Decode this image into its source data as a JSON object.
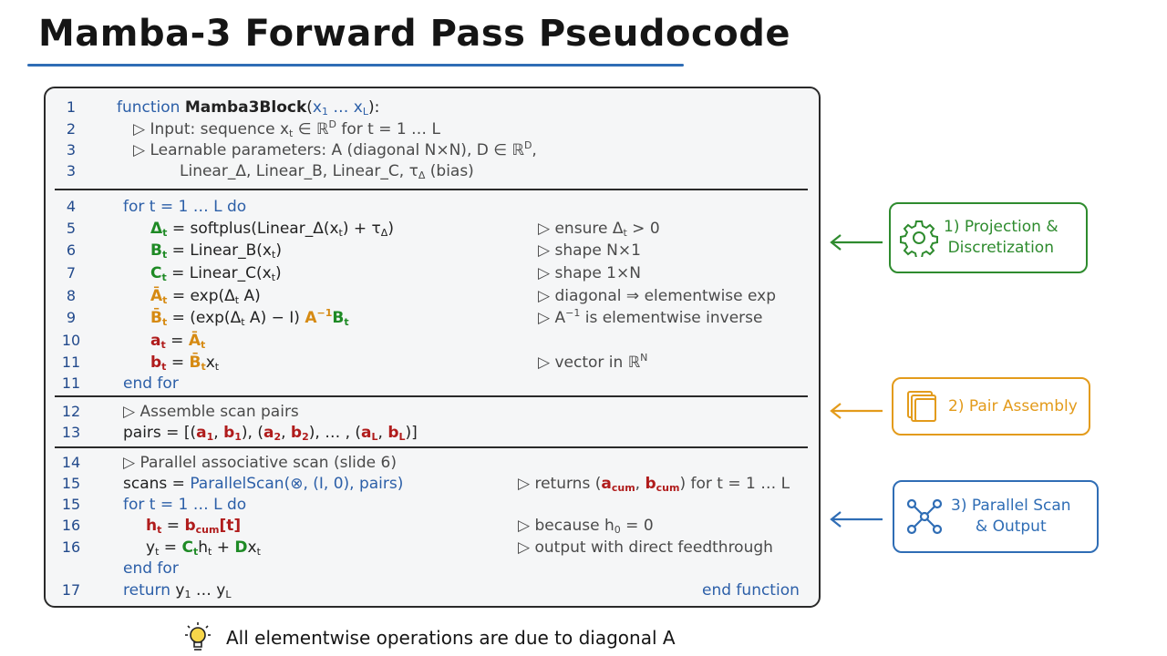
{
  "title": "Mamba-3 Forward Pass Pseudocode",
  "line_numbers": [
    "1",
    "2",
    "3",
    "3",
    "4",
    "5",
    "6",
    "7",
    "8",
    "9",
    "10",
    "11",
    "11",
    "12",
    "13",
    "14",
    "15",
    "15",
    "16",
    "16",
    "17"
  ],
  "code": {
    "function_kw": "function",
    "fn_name": "Mamba3Block",
    "input_comment": "▷ Input: sequence",
    "input_for": "for t = 1 … L",
    "params_comment": "▷ Learnable parameters: A (diagonal N×N), D ∈",
    "params_cont": "Linear_Δ, Linear_B, Linear_C, τ",
    "params_bias": "(bias)",
    "for_loop": "for t = 1 … L do",
    "softplus": "= softplus(Linear_Δ(x",
    "linear_b": "= Linear_B(x",
    "linear_c": "= Linear_C(x",
    "exp_a": "= exp(Δ",
    "exp_b": "= (exp(Δ",
    "end_for": "end for",
    "assemble_comment": "▷ Assemble scan pairs",
    "pairs": "pairs = [(",
    "parallel_comment": "▷ Parallel associative scan (slide 6)",
    "scans": "scans =",
    "parallel_scan": "ParallelScan(⊗, (I, 0), pairs)",
    "return_kw": "return",
    "end_function": "end function"
  },
  "comments": {
    "c5": "▷ ensure Δ",
    "c6": "▷ shape N×1",
    "c7": "▷ shape 1×N",
    "c8": "▷ diagonal ⇒ elementwise exp",
    "c9": "is elementwise inverse",
    "c11": "▷ vector in ℝ",
    "c15": "▷ returns (",
    "c15_for": "for t = 1 … L",
    "c16a": "▷ because h",
    "c16b": "▷ output with direct feedthrough"
  },
  "callouts": [
    {
      "label_1": "1) Projection &",
      "label_2": "Discretization",
      "icon": "gear-icon",
      "color": "#2e8b2e"
    },
    {
      "label_1": "2) Pair Assembly",
      "icon": "stack-icon",
      "color": "#e39b1b"
    },
    {
      "label_1": "3) Parallel Scan",
      "label_2": "& Output",
      "icon": "network-icon",
      "color": "#2f6db5"
    }
  ],
  "footer": "All elementwise operations are due to diagonal A"
}
